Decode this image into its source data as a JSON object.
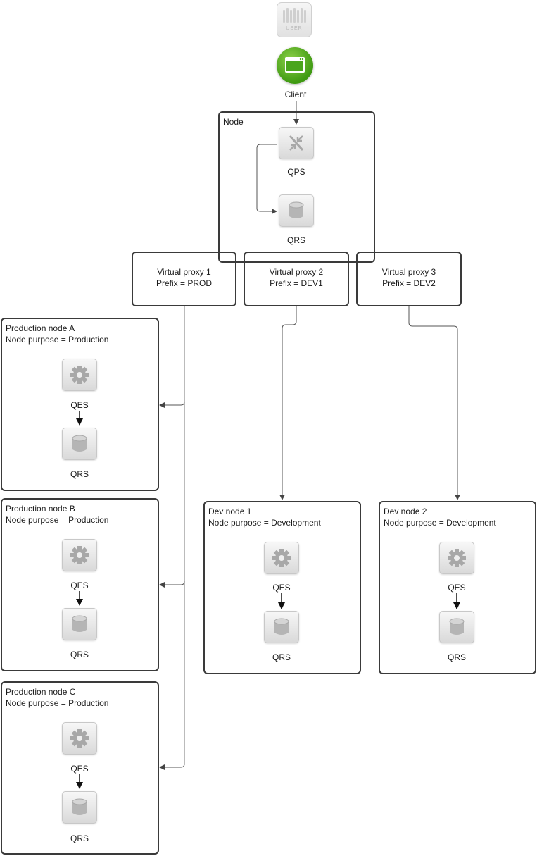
{
  "user": {
    "label": "USER"
  },
  "client": {
    "label": "Client"
  },
  "central_node": {
    "title": "Node",
    "services": {
      "proxy": "QPS",
      "repository": "QRS"
    }
  },
  "virtual_proxies": [
    {
      "name": "Virtual proxy 1",
      "prefix": "Prefix = PROD"
    },
    {
      "name": "Virtual proxy 2",
      "prefix": "Prefix = DEV1"
    },
    {
      "name": "Virtual proxy 3",
      "prefix": "Prefix = DEV2"
    }
  ],
  "production_nodes": [
    {
      "title": "Production node A",
      "purpose": "Node purpose = Production",
      "engine": "QES",
      "repository": "QRS"
    },
    {
      "title": "Production node B",
      "purpose": "Node purpose = Production",
      "engine": "QES",
      "repository": "QRS"
    },
    {
      "title": "Production node C",
      "purpose": "Node purpose = Production",
      "engine": "QES",
      "repository": "QRS"
    }
  ],
  "dev_nodes": [
    {
      "title": "Dev node 1",
      "purpose": "Node purpose = Development",
      "engine": "QES",
      "repository": "QRS"
    },
    {
      "title": "Dev node 2",
      "purpose": "Node purpose = Development",
      "engine": "QES",
      "repository": "QRS"
    }
  ],
  "colors": {
    "border": "#3a3a3a",
    "connector": "#555555",
    "client_green": "#4aa51c",
    "icon_gray": "#a8a8a8"
  },
  "icons": {
    "user": "user-icon",
    "client": "browser-window-icon",
    "proxy": "arrows-inward-icon",
    "engine": "gear-icon",
    "repository": "database-icon"
  }
}
